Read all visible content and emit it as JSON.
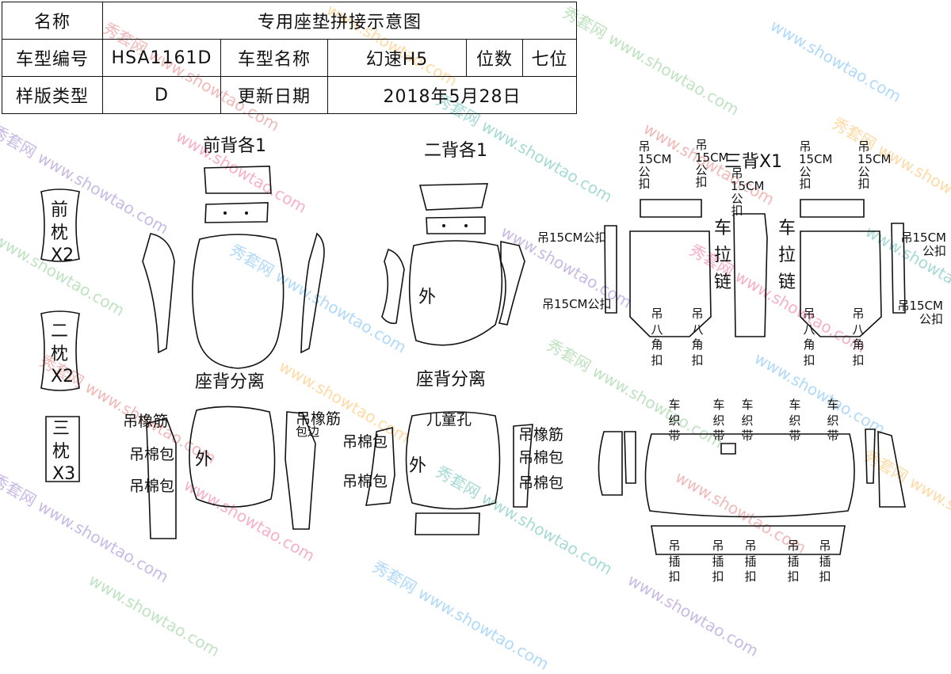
{
  "table": {
    "name_label": "名称",
    "name_value": "专用座垫拼接示意图",
    "model_code_label": "车型编号",
    "model_code_value": "HSA1161D",
    "model_name_label": "车型名称",
    "model_name_value": "幻速H5",
    "seats_label": "位数",
    "seats_value": "七位",
    "pattern_type_label": "样版类型",
    "pattern_type_value": "D",
    "update_date_label": "更新日期",
    "update_date_value": "2018年5月28日"
  },
  "watermark": {
    "brand": "秀套网",
    "url": "www.showtao.com"
  },
  "headrests": {
    "front": "前枕X2",
    "second": "二枕X2",
    "third": "三枕X3"
  },
  "front_back": {
    "title": "前背各1",
    "separation": "座背分离",
    "outer": "外",
    "hang_rubber_left": "吊橡筋",
    "hang_cotton_1": "吊棉包",
    "hang_cotton_2": "吊棉包",
    "hang_rubber_right": "吊橡筋",
    "binding": "包边"
  },
  "second_back": {
    "title": "二背各1",
    "outer_top": "外",
    "separation": "座背分离",
    "child_hole": "儿童孔",
    "outer_bottom": "外",
    "hang_cotton_left_1": "吊棉包",
    "hang_cotton_left_2": "吊棉包",
    "hang_rubber_right": "吊橡筋",
    "hang_cotton_right_1": "吊棉包",
    "hang_cotton_right_2": "吊棉包"
  },
  "third_back": {
    "title": "三背X1",
    "hang15_v1": "吊15CM公扣",
    "hang15_v2": "吊15CM公扣",
    "hang15_v3": "吊15CM公扣",
    "hang15_v4": "吊15CM公扣",
    "hang15_v5": "吊15CM公扣",
    "hang15_left_top": "吊15CM公扣",
    "hang15_left_bottom": "吊15CM公扣",
    "hang15_right_top": "吊15CM公扣",
    "hang15_right_bottom": "吊15CM公扣",
    "zipper_left": "车拉链",
    "zipper_right": "车拉链",
    "corner_clip_1": "吊八角扣",
    "corner_clip_2": "吊八角扣",
    "corner_clip_3": "吊八角扣",
    "corner_clip_4": "吊八角扣"
  },
  "third_cushion": {
    "woven_1": "车织带",
    "woven_2": "车织带",
    "woven_3": "车织带",
    "woven_4": "车织带",
    "woven_5": "车织带",
    "insert_1": "吊插扣",
    "insert_2": "吊插扣",
    "insert_3": "吊插扣",
    "insert_4": "吊插扣",
    "insert_5": "吊插扣"
  }
}
